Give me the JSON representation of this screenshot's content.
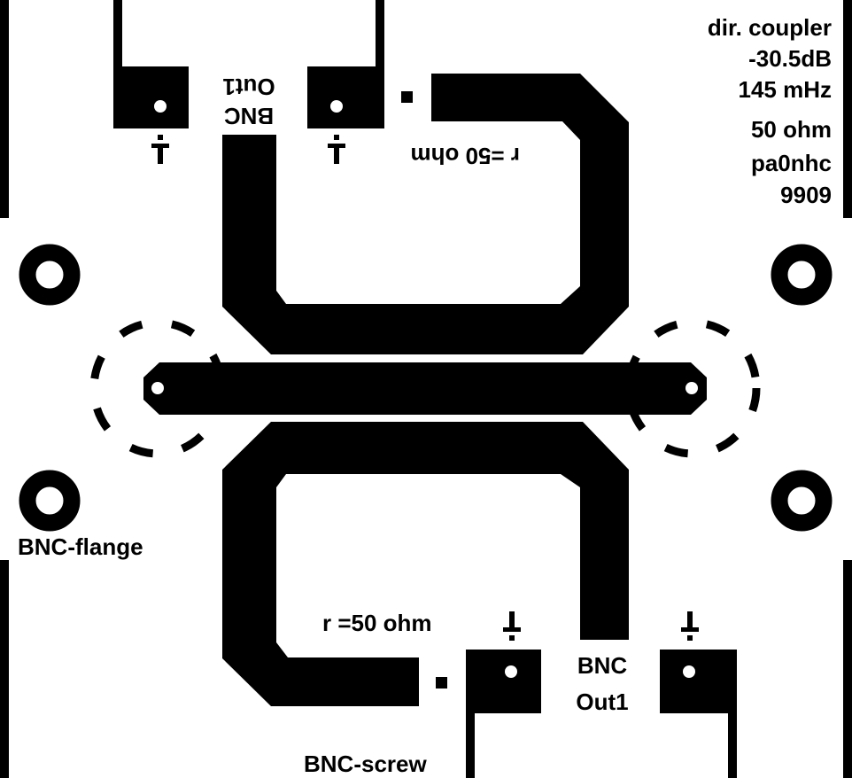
{
  "info_block": {
    "line1": "dir. coupler",
    "line2": "-30.5dB",
    "line3": "145 mHz",
    "line4": "50 ohm",
    "line5": "pa0nhc",
    "line6": "9909"
  },
  "labels": {
    "bnc_out_top_line1": "BNC",
    "bnc_out_top_line2": "Out1",
    "bnc_out_bottom_line1": "BNC",
    "bnc_out_bottom_line2": "Out1",
    "resistor_top": "r =50 ohm",
    "resistor_bottom": "r =50 ohm",
    "bnc_flange": "BNC-flange",
    "bnc_screw": "BNC-screw"
  },
  "colors": {
    "copper": "#000000",
    "board": "#ffffff"
  }
}
